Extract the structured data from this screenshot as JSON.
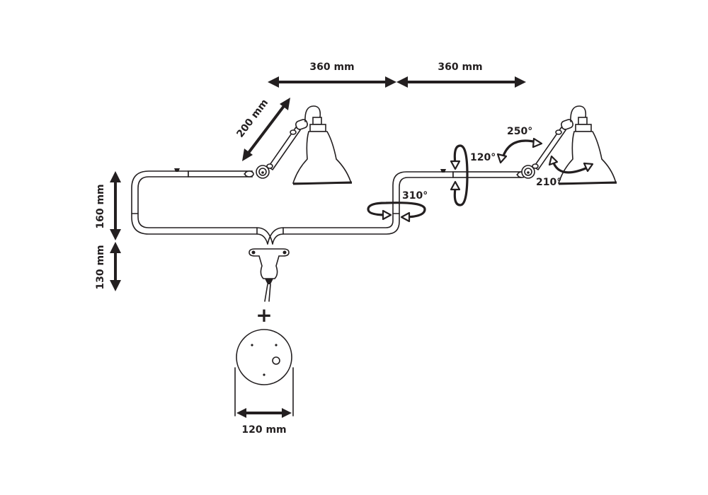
{
  "diagram": {
    "title": "Twin-arm wall lamp dimension drawing",
    "colors": {
      "ink": "#231f20",
      "background": "#ffffff"
    },
    "dimensions": {
      "left_arm_length": "360 mm",
      "right_arm_length": "360 mm",
      "shade_arm_length": "200 mm",
      "upper_height": "160 mm",
      "lower_height": "130 mm",
      "base_diameter": "120 mm"
    },
    "rotations": {
      "vertical_swivel": "310°",
      "arm_rotation": "120°",
      "elbow_joint": "250°",
      "shade_joint": "210°"
    },
    "separator_symbol": "+"
  }
}
